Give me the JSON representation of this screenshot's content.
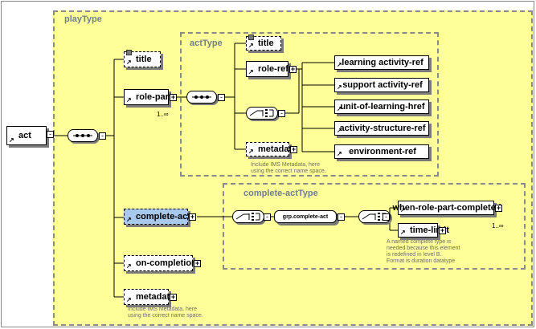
{
  "groups": {
    "play_type": "playType",
    "act_type": "actType",
    "complete_act_type": "complete-actType"
  },
  "nodes": {
    "act": "act",
    "title_play": "title",
    "role_part": "role-part",
    "complete_act": "complete-act",
    "on_completion": "on-completion",
    "metadata_play": "metadata",
    "title_act": "title",
    "role_ref": "role-ref",
    "learning_activity_ref": "learning activity-ref",
    "support_activity_ref": "support activity-ref",
    "unit_of_learning_href": "unit-of-learning-href",
    "activity_structure_ref": "activity-structure-ref",
    "environment_ref": "environment-ref",
    "metadata_act": "metadata",
    "grp_complete_act": "grp.complete-act",
    "when_role_part_completed": "when-role-part-completed",
    "time_limit": "time-limit"
  },
  "cardinalities": {
    "role_part": "1..∞",
    "when_role_part_completed": "1..∞"
  },
  "notes": {
    "metadata_act": "Include IMS Metadata, here\nusing the correct name space.",
    "metadata_play": "Include IMS Metadata, here\nusing the correct name space.",
    "complete_type": "A named complete type is\nneeded because this element\nis redefined in level B.\nFormat is duration datatype"
  },
  "colors": {
    "background": "#ffff99",
    "selected": "#a8c8ec",
    "group_label": "#6e7e8c",
    "note_text": "#6b6b6b"
  }
}
